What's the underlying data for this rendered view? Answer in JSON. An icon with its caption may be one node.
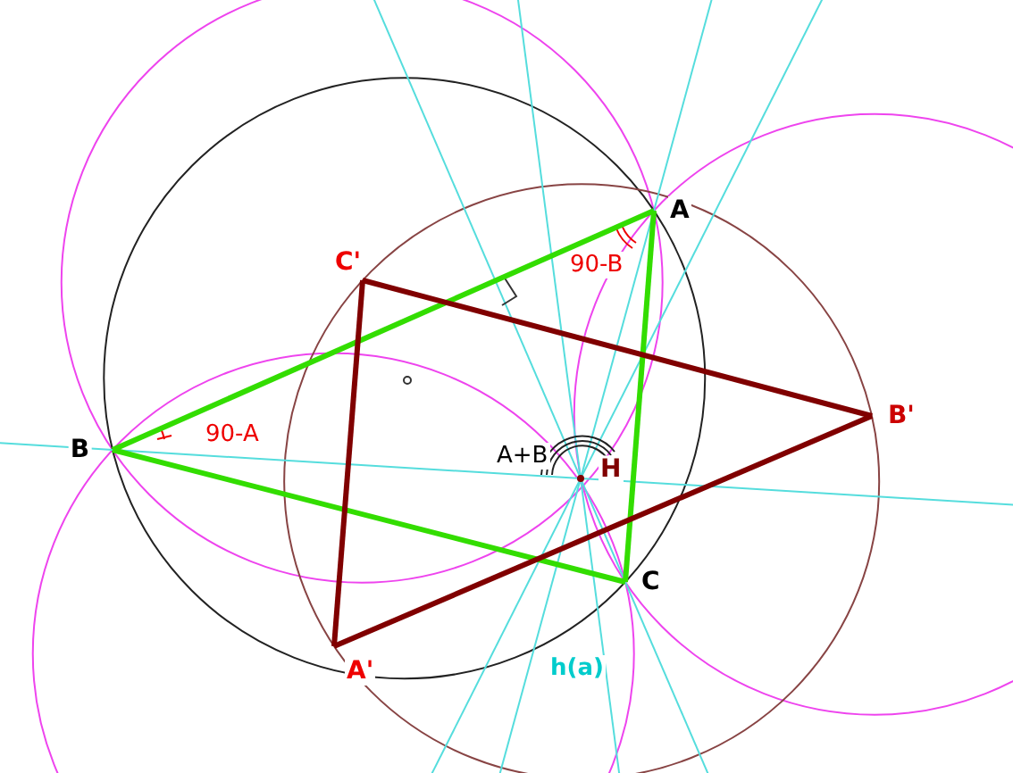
{
  "diagram": {
    "nodes": [
      {
        "text": [
          "A"
        ]
      },
      {
        "text": [
          "B"
        ]
      },
      {
        "text": [
          "C"
        ]
      },
      {
        "text": [
          "C'"
        ]
      },
      {
        "text": [
          "B'"
        ]
      },
      {
        "text": [
          "A'"
        ]
      },
      {
        "text": [
          "H"
        ]
      }
    ],
    "edges": [
      {
        "from": 0,
        "to": 1,
        "arrow": "none",
        "color": "#33dd00"
      },
      {
        "from": 1,
        "to": 2,
        "arrow": "none",
        "color": "#33dd00"
      },
      {
        "from": 2,
        "to": 0,
        "arrow": "none",
        "color": "#33dd00"
      },
      {
        "from": 3,
        "to": 4,
        "arrow": "none",
        "color": "#800000"
      },
      {
        "from": 4,
        "to": 5,
        "arrow": "none",
        "color": "#800000"
      },
      {
        "from": 5,
        "to": 3,
        "arrow": "none",
        "color": "#800000"
      }
    ],
    "labels": [
      "90-B",
      "90-A",
      "A+B",
      "h(a)"
    ]
  }
}
